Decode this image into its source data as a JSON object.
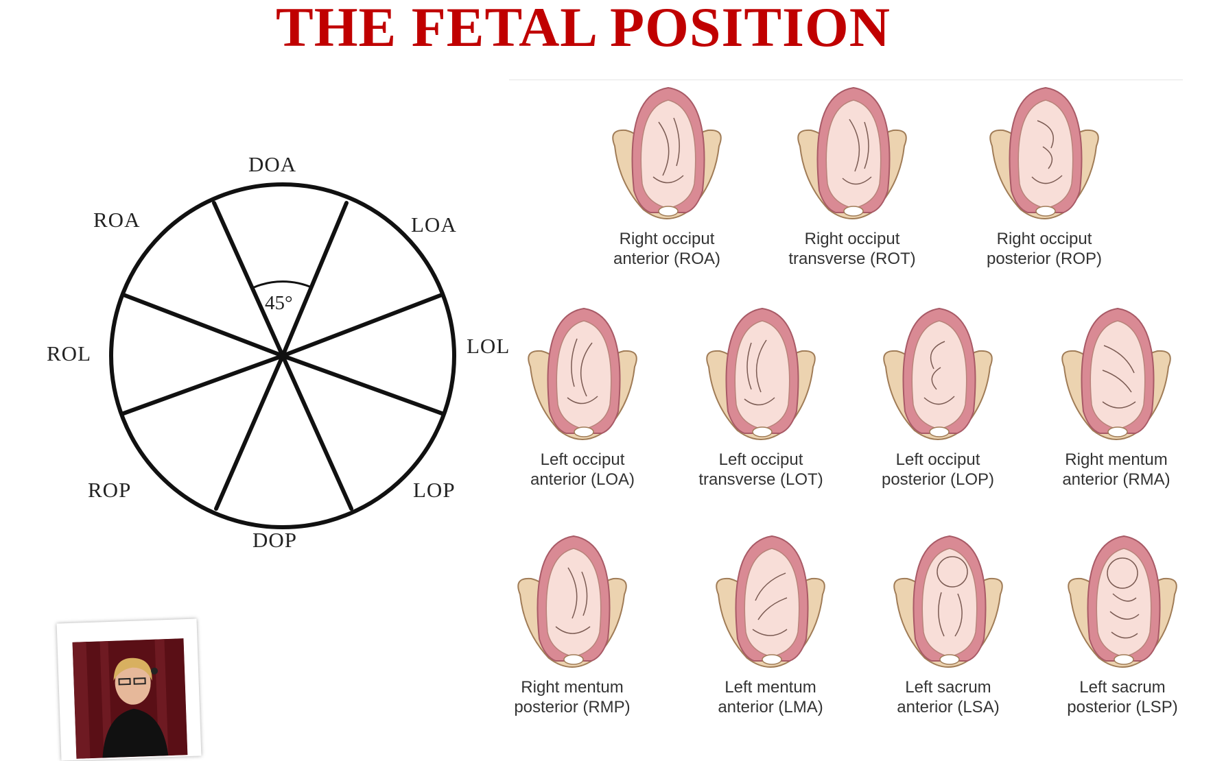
{
  "title": "THE FETAL POSITION",
  "wheel": {
    "labels": {
      "doa": "DOA",
      "roa": "ROA",
      "loa": "LOA",
      "rol": "ROL",
      "lol": "LOL",
      "rop": "ROP",
      "lop": "LOP",
      "dop": "DOP"
    },
    "angle": "45°"
  },
  "positions": [
    {
      "line1": "Right occiput",
      "line2": "anterior (ROA)"
    },
    {
      "line1": "Right occiput",
      "line2": "transverse (ROT)"
    },
    {
      "line1": "Right occiput",
      "line2": "posterior (ROP)"
    },
    {
      "line1": "Left occiput",
      "line2": "anterior (LOA)"
    },
    {
      "line1": "Left occiput",
      "line2": "transverse (LOT)"
    },
    {
      "line1": "Left occiput",
      "line2": "posterior (LOP)"
    },
    {
      "line1": "Right mentum",
      "line2": "anterior (RMA)"
    },
    {
      "line1": "Right mentum",
      "line2": "posterior (RMP)"
    },
    {
      "line1": "Left mentum",
      "line2": "anterior (LMA)"
    },
    {
      "line1": "Left sacrum",
      "line2": "anterior (LSA)"
    },
    {
      "line1": "Left sacrum",
      "line2": "posterior (LSP)"
    }
  ],
  "colors": {
    "title": "#c00000",
    "uterus": "#d98a94",
    "fetus": "#f8ded8",
    "pelvis": "#ecd3b0"
  }
}
